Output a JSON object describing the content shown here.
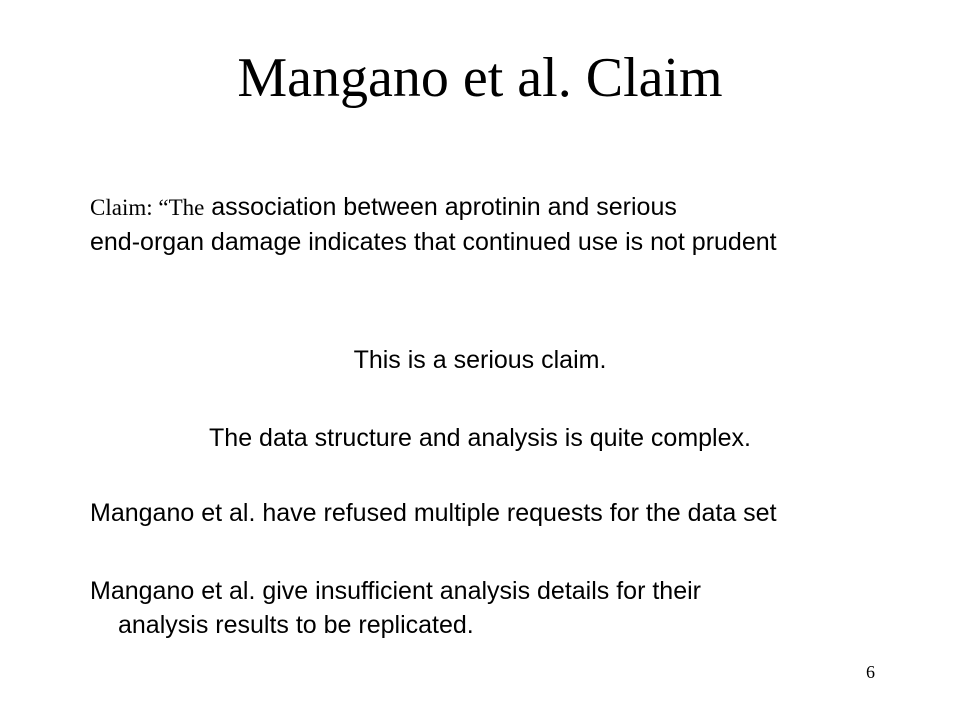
{
  "slide": {
    "title": "Mangano et al. Claim",
    "claim_prefix": "Claim: “The",
    "claim_line1": " association between aprotinin and serious",
    "claim_line2": "end-organ damage indicates that continued use is not prudent",
    "statement1": "This is a serious claim.",
    "statement2": "The data structure and analysis is quite complex.",
    "statement3": "Mangano et al. have refused multiple requests for the data set",
    "statement4_line1": "Mangano et al. give insufficient analysis details for their",
    "statement4_line2": "analysis results to be replicated.",
    "page_number": "6"
  }
}
